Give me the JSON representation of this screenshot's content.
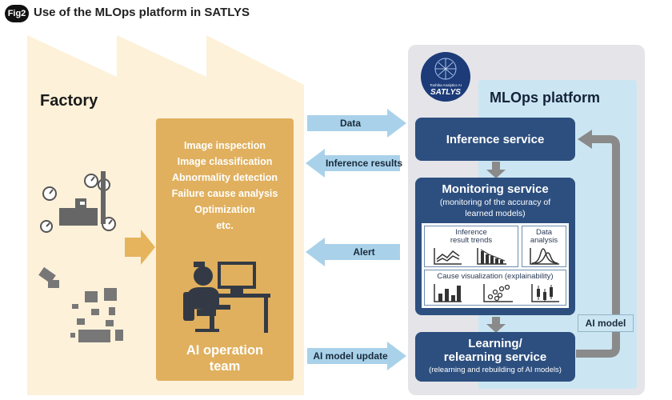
{
  "figure": {
    "badge": "Fig2",
    "title": "Use of the MLOps platform in SATLYS"
  },
  "factory": {
    "label": "Factory"
  },
  "team": {
    "tasks": [
      "Image inspection",
      "Image classification",
      "Abnormality detection",
      "Failure cause analysis",
      "Optimization",
      "etc."
    ],
    "label_line1": "AI operation",
    "label_line2": "team"
  },
  "flows": {
    "data": "Data",
    "inference_results": "Inference results",
    "alert": "Alert",
    "ai_model_update": "AI model update"
  },
  "platform": {
    "title": "MLOps platform",
    "logo": {
      "subtitle": "Toshiba Analytics AI",
      "name": "SATLYS"
    },
    "inference_service": "Inference service",
    "monitoring": {
      "title": "Monitoring service",
      "subtitle_line1": "(monitoring of the accuracy of",
      "subtitle_line2": "learned models)",
      "trends_line1": "Inference",
      "trends_line2": "result trends",
      "data_analysis_line1": "Data",
      "data_analysis_line2": "analysis",
      "cause_visualization": "Cause visualization (explainability)"
    },
    "learning": {
      "title_line1": "Learning/",
      "title_line2": "relearning service",
      "subtitle": "(relearning and rebuilding of AI models)"
    },
    "ai_model_label": "AI model"
  },
  "colors": {
    "factory_bg": "#fdf1d9",
    "team": "#e0b05e",
    "service": "#2d4f7f",
    "flow_arrow": "#a9d2ea",
    "platform_bg": "#e4e4e9",
    "platform_inner": "#cbe6f2"
  }
}
